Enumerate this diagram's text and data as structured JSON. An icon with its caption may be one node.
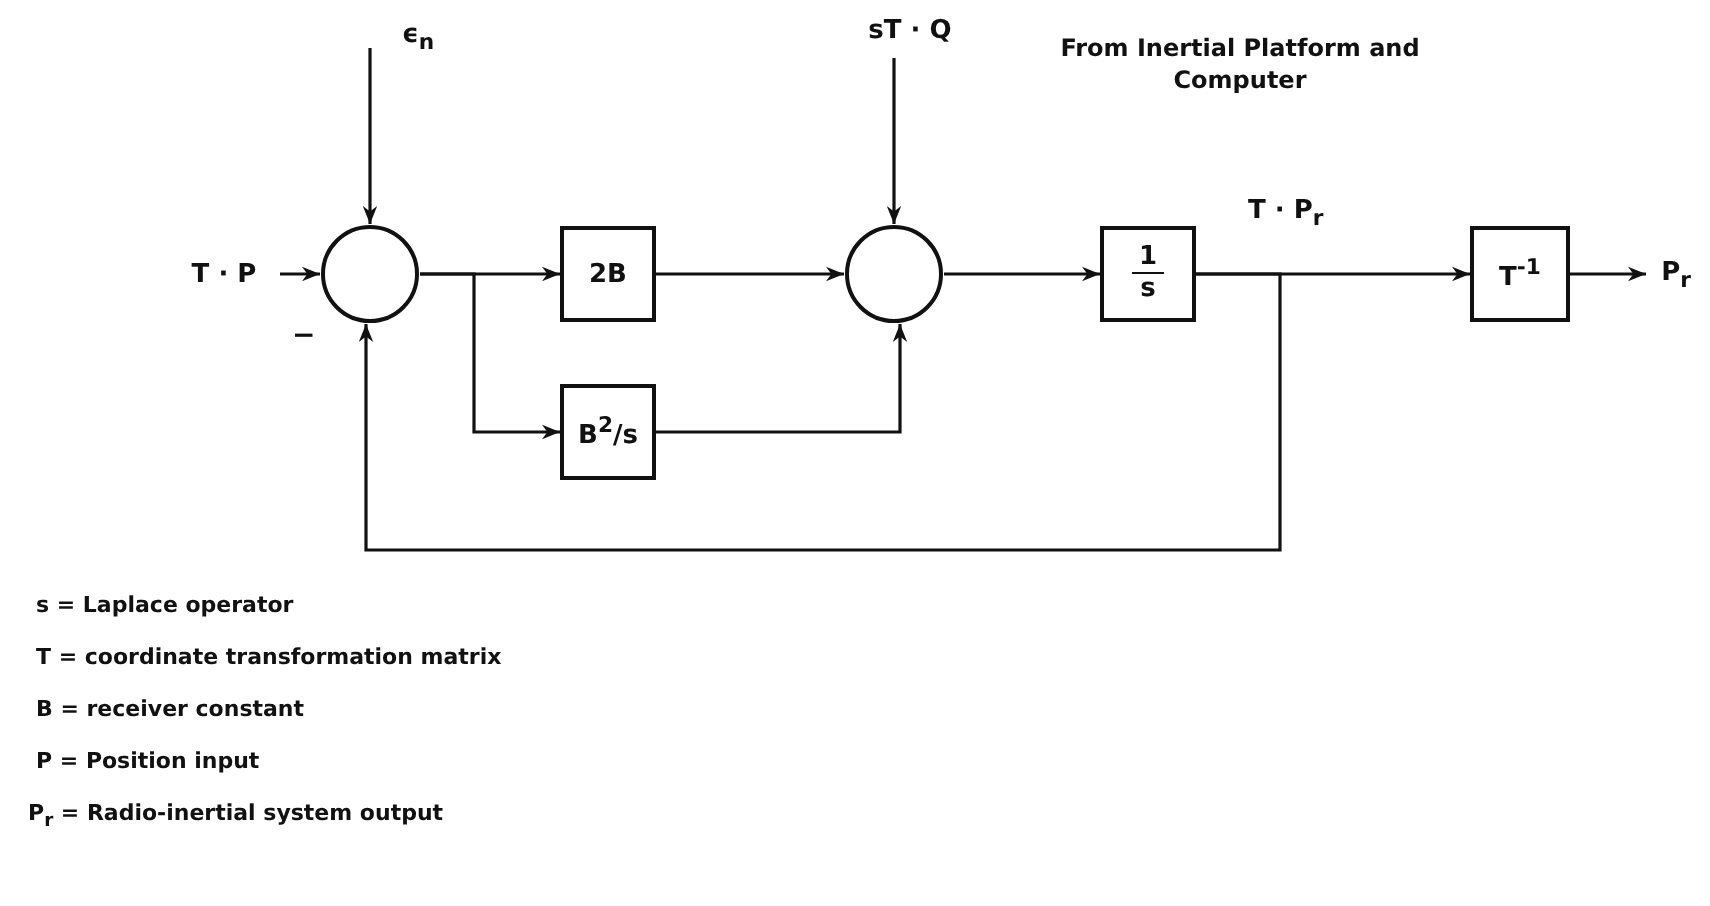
{
  "diagram": {
    "nodes": [
      {
        "text": [
          "T · P"
        ]
      },
      {
        "text": [
          "ϵ$_{n}$"
        ]
      },
      {
        "text": [],
        "shape": "circle"
      },
      {
        "text": [
          "2B"
        ]
      },
      {
        "text": [
          "B$^{2}$/s"
        ]
      },
      {
        "text": [
          "sT · Q"
        ]
      },
      {
        "text": [],
        "shape": "circle"
      },
      {
        "text": [
          "1",
          "s"
        ]
      },
      {
        "text": [
          "T$^{-1}$"
        ]
      },
      {
        "text": [
          "P$_{r}$"
        ]
      }
    ],
    "edges": [
      {
        "from": 0,
        "to": 2,
        "arrow": "to"
      },
      {
        "from": 1,
        "to": 2,
        "arrow": "to"
      },
      {
        "from": 2,
        "to": 3,
        "arrow": "to"
      },
      {
        "from": 2,
        "to": 4,
        "arrow": "to"
      },
      {
        "from": 3,
        "to": 6,
        "arrow": "to"
      },
      {
        "from": 4,
        "to": 6,
        "arrow": "to"
      },
      {
        "from": 5,
        "to": 6,
        "arrow": "to"
      },
      {
        "from": 6,
        "to": 7,
        "arrow": "to"
      },
      {
        "from": 7,
        "to": 8,
        "arrow": "to",
        "label": "T · P$_{r}$"
      },
      {
        "from": 8,
        "to": 9,
        "arrow": "to"
      },
      {
        "from": 7,
        "to": 2,
        "arrow": "to"
      }
    ],
    "labels": [
      "From Inertial Platform and Computer",
      "−",
      "s = Laplace operator",
      "T = coordinate transformation matrix",
      "B = receiver constant",
      "P = Position input",
      "P$_{r}$ = Radio-inertial system output"
    ]
  }
}
